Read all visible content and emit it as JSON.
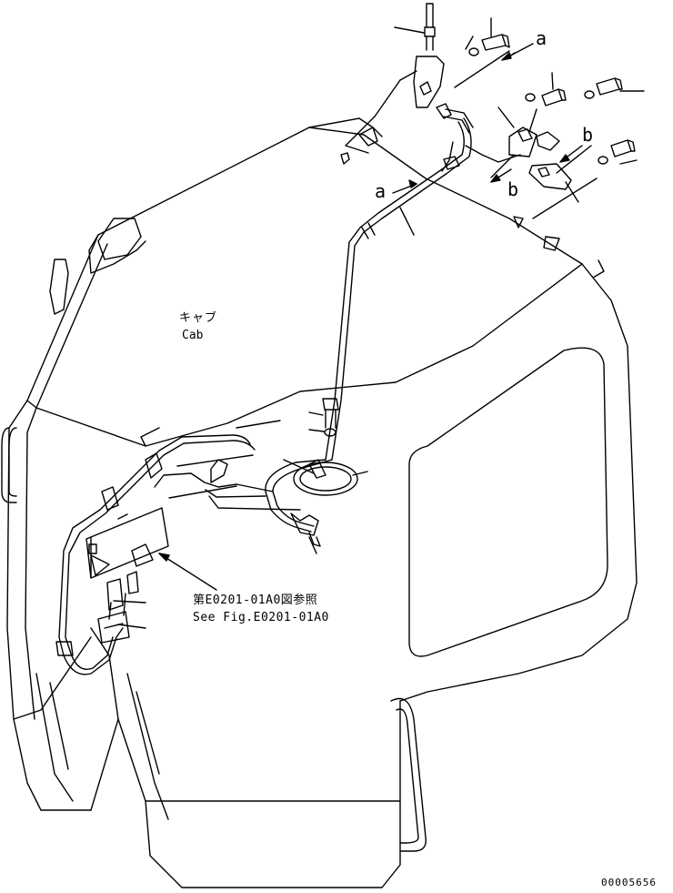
{
  "labels": {
    "cab_jp": "キャブ",
    "cab_en": "Cab",
    "ref_jp": "第E0201-01A0図参照",
    "ref_en": "See Fig.E0201-01A0",
    "callout_a": "a",
    "callout_b": "b",
    "drawing_number": "00005656"
  },
  "colors": {
    "line": "#000000",
    "background": "#ffffff"
  }
}
